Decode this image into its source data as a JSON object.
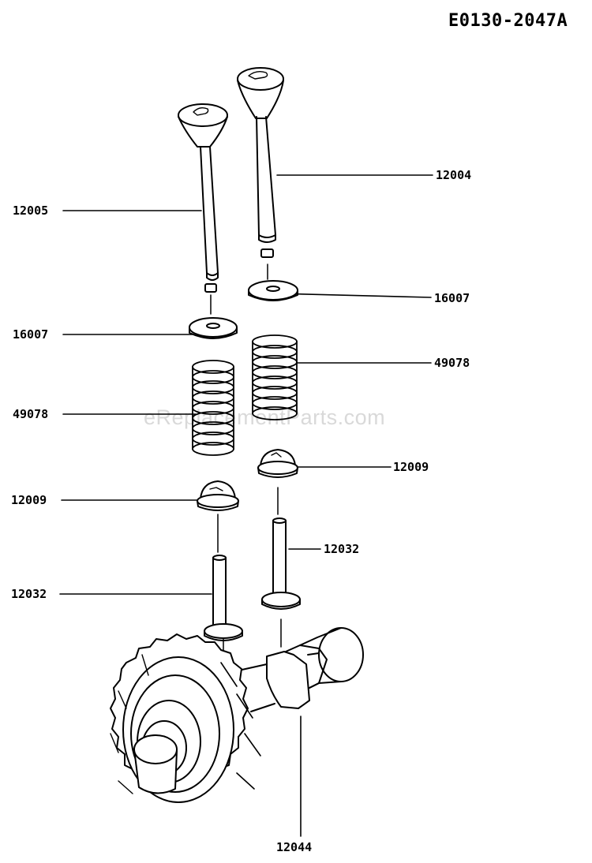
{
  "diagram": {
    "id": "E0130-2047A",
    "watermark": "eReplacementParts.com"
  },
  "callouts": [
    {
      "key": "c12004",
      "label": "12004"
    },
    {
      "key": "c12005",
      "label": "12005"
    },
    {
      "key": "c16007r",
      "label": "16007"
    },
    {
      "key": "c16007l",
      "label": "16007"
    },
    {
      "key": "c49078r",
      "label": "49078"
    },
    {
      "key": "c49078l",
      "label": "49078"
    },
    {
      "key": "c12009r",
      "label": "12009"
    },
    {
      "key": "c12009l",
      "label": "12009"
    },
    {
      "key": "c12032r",
      "label": "12032"
    },
    {
      "key": "c12032l",
      "label": "12032"
    },
    {
      "key": "c12044",
      "label": "12044"
    }
  ],
  "parts": {
    "exhaust_valve": "valve",
    "intake_valve": "valve",
    "spring_retainer": "retainer",
    "valve_spring": "spring",
    "spring_seat": "seat",
    "tappet": "tappet",
    "camshaft": "camshaft"
  }
}
